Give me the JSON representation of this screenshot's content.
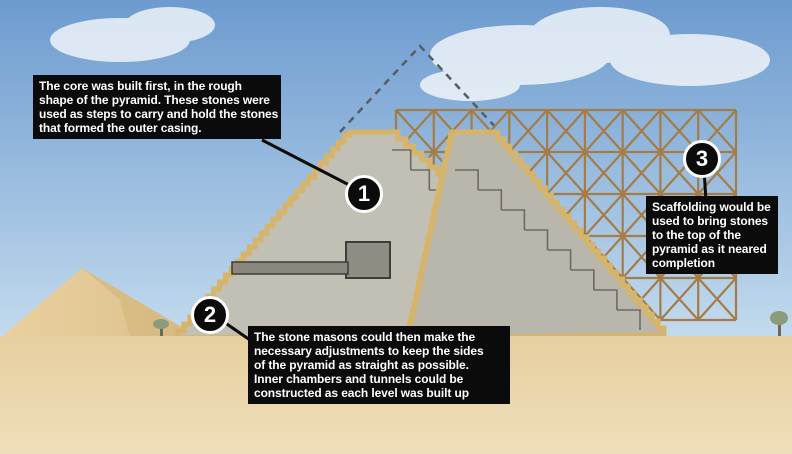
{
  "callouts": {
    "one": {
      "number": "1",
      "lines": [
        "The core was built first, in the rough",
        "shape of the pyramid.  These stones were",
        "used as steps to carry and hold the stones",
        "that formed the outer casing."
      ]
    },
    "two": {
      "number": "2",
      "lines": [
        "The stone masons could then make the",
        "necessary adjustments  to keep the sides",
        "of the pyramid as straight as possible.",
        "Inner chambers and tunnels could be",
        "constructed as each level was built up"
      ]
    },
    "three": {
      "number": "3",
      "lines": [
        "Scaffolding would be",
        "used to bring stones",
        "to the top of the",
        "pyramid as it neared",
        "completion"
      ]
    }
  },
  "colors": {
    "sky_top": "#6d9bcf",
    "sky_bottom": "#bcd6ec",
    "sand": "#e7d2a6",
    "stone": "#bfbcb2",
    "stone_shadow": "#a9a69c",
    "casing": "#d9b870",
    "scaffold": "#a57c45",
    "callout_bg": "#0b0b0b"
  }
}
